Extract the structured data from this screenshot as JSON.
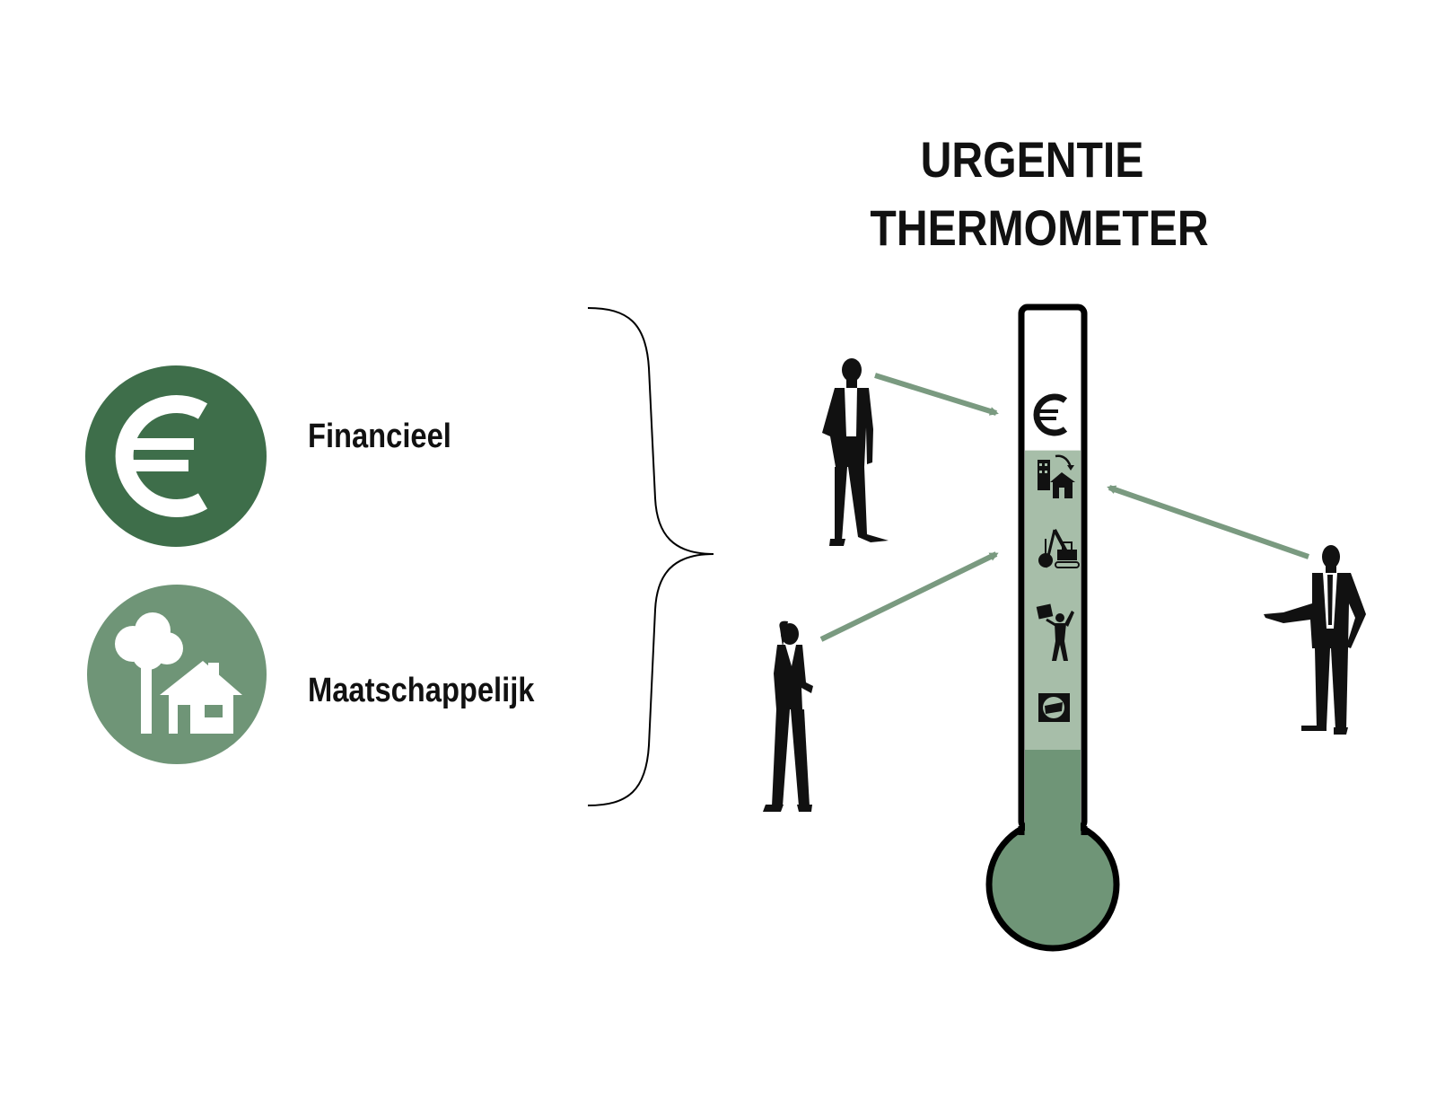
{
  "title": {
    "line1": "URGENTIE",
    "line2": "THERMOMETER"
  },
  "categories": [
    {
      "label": "Financieel",
      "icon": "euro-icon",
      "color": "#3e6e4a"
    },
    {
      "label": "Maatschappelijk",
      "icon": "tree-house-icon",
      "color": "#6f9577"
    }
  ],
  "thermometer": {
    "fill_level": 0.73,
    "icons": [
      "euro-icon",
      "relocation-icon",
      "demolition-crane-icon",
      "protester-icon",
      "road-sign-icon"
    ],
    "colors": {
      "light": "#a7bea9",
      "dark": "#6f9577",
      "outline": "#000000"
    }
  },
  "figures": [
    "businessman-standing-icon",
    "businesswoman-icon",
    "businessman-pointing-icon"
  ],
  "colors": {
    "arrow": "#7a9a80",
    "dark_green": "#3e6e4a",
    "medium_green": "#6f9577"
  }
}
